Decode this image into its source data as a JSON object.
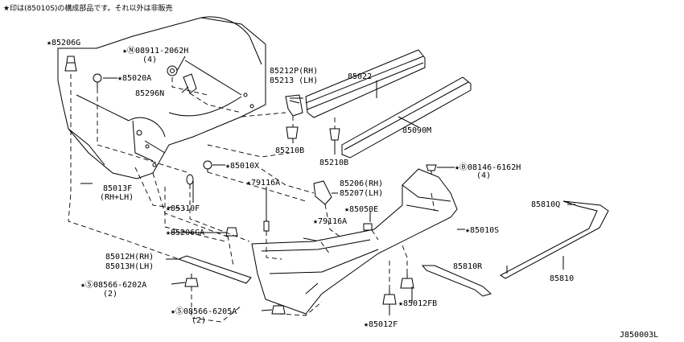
{
  "header_note": "★印は(85010S)の構成部品です。それ以外は非販売",
  "diagram_code": "J850003L",
  "labels": [
    {
      "id": "85206G",
      "text": "★85206G"
    },
    {
      "id": "08911",
      "text": "★Ⓝ08911-2062H"
    },
    {
      "id": "08911q",
      "text": "(4)"
    },
    {
      "id": "85020A",
      "text": "★85020A"
    },
    {
      "id": "85296N",
      "text": "85296N"
    },
    {
      "id": "85212P",
      "text": "85212P(RH)"
    },
    {
      "id": "85213",
      "text": "85213 (LH)"
    },
    {
      "id": "85022",
      "text": "85022"
    },
    {
      "id": "85210B1",
      "text": "85210B"
    },
    {
      "id": "85210B2",
      "text": "85210B"
    },
    {
      "id": "85090M",
      "text": "85090M"
    },
    {
      "id": "85010X",
      "text": "★85010X"
    },
    {
      "id": "08146",
      "text": "★Ⓑ08146-6162H"
    },
    {
      "id": "08146q",
      "text": "(4)"
    },
    {
      "id": "85013F",
      "text": "85013F"
    },
    {
      "id": "85013Fs",
      "text": "(RH+LH)"
    },
    {
      "id": "79116A1",
      "text": "★79116A"
    },
    {
      "id": "85206RH",
      "text": "85206(RH)"
    },
    {
      "id": "85207LH",
      "text": "85207(LH)"
    },
    {
      "id": "85310F",
      "text": "★85310F"
    },
    {
      "id": "85050E",
      "text": "★85050E"
    },
    {
      "id": "85810Q",
      "text": "85810Q"
    },
    {
      "id": "79116A2",
      "text": "★79116A"
    },
    {
      "id": "85206GA",
      "text": "★85206GA"
    },
    {
      "id": "85010S",
      "text": "★85010S"
    },
    {
      "id": "85012H",
      "text": "85012H(RH)"
    },
    {
      "id": "85013H",
      "text": "85013H(LH)"
    },
    {
      "id": "85810R",
      "text": "85810R"
    },
    {
      "id": "85810",
      "text": "85810"
    },
    {
      "id": "08566a",
      "text": "★Ⓢ08566-6202A"
    },
    {
      "id": "08566aq",
      "text": "(2)"
    },
    {
      "id": "85012FB",
      "text": "★85012FB"
    },
    {
      "id": "08566b",
      "text": "★Ⓢ08566-6205A"
    },
    {
      "id": "08566bq",
      "text": "(2)"
    },
    {
      "id": "85012F",
      "text": "★85012F"
    }
  ]
}
